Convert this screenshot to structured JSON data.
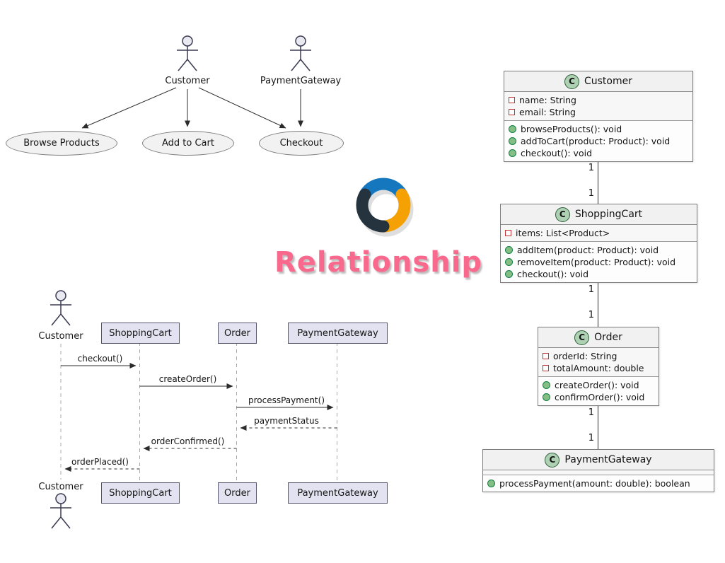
{
  "usecase_diagram": {
    "actors": [
      {
        "name": "Customer"
      },
      {
        "name": "PaymentGateway"
      }
    ],
    "use_cases": [
      {
        "label": "Browse Products"
      },
      {
        "label": "Add to Cart"
      },
      {
        "label": "Checkout"
      }
    ],
    "associations": [
      {
        "from": "Customer",
        "to": "Browse Products"
      },
      {
        "from": "Customer",
        "to": "Add to Cart"
      },
      {
        "from": "Customer",
        "to": "Checkout"
      },
      {
        "from": "PaymentGateway",
        "to": "Checkout"
      }
    ]
  },
  "logo": {
    "text": "Relationship"
  },
  "sequence_diagram": {
    "actor_top": "Customer",
    "actor_bottom": "Customer",
    "participants": [
      "ShoppingCart",
      "Order",
      "PaymentGateway"
    ],
    "messages": [
      {
        "label": "checkout()",
        "from": "Customer",
        "to": "ShoppingCart",
        "line": "solid"
      },
      {
        "label": "createOrder()",
        "from": "ShoppingCart",
        "to": "Order",
        "line": "solid"
      },
      {
        "label": "processPayment()",
        "from": "Order",
        "to": "PaymentGateway",
        "line": "solid"
      },
      {
        "label": "paymentStatus",
        "from": "PaymentGateway",
        "to": "Order",
        "line": "dashed"
      },
      {
        "label": "orderConfirmed()",
        "from": "Order",
        "to": "ShoppingCart",
        "line": "dashed"
      },
      {
        "label": "orderPlaced()",
        "from": "ShoppingCart",
        "to": "Customer",
        "line": "dashed"
      }
    ]
  },
  "class_diagram": {
    "icon_letter": "C",
    "classes": [
      {
        "name": "Customer",
        "attributes": [
          "name: String",
          "email: String"
        ],
        "methods": [
          "browseProducts(): void",
          "addToCart(product: Product): void",
          "checkout(): void"
        ]
      },
      {
        "name": "ShoppingCart",
        "attributes": [
          "items: List<Product>"
        ],
        "methods": [
          "addItem(product: Product): void",
          "removeItem(product: Product): void",
          "checkout(): void"
        ]
      },
      {
        "name": "Order",
        "attributes": [
          "orderId: String",
          "totalAmount: double"
        ],
        "methods": [
          "createOrder(): void",
          "confirmOrder(): void"
        ]
      },
      {
        "name": "PaymentGateway",
        "attributes": [],
        "methods": [
          "processPayment(amount: double): boolean"
        ]
      }
    ],
    "relationships": [
      {
        "from": "Customer",
        "to": "ShoppingCart",
        "from_card": "1",
        "to_card": "1"
      },
      {
        "from": "ShoppingCart",
        "to": "Order",
        "from_card": "1",
        "to_card": "1"
      },
      {
        "from": "Order",
        "to": "PaymentGateway",
        "from_card": "1",
        "to_card": "1"
      }
    ]
  },
  "colors": {
    "logo_text": "#F9698D",
    "logo_blue": "#1577BE",
    "logo_dark": "#24333D",
    "logo_orange": "#F5A003",
    "participant_fill": "#E2E2F0",
    "class_header_fill": "#F1F1F1",
    "class_icon_fill": "#ADD1B2",
    "private_field_marker": "#C13236",
    "public_method_marker": "#84BE84"
  }
}
